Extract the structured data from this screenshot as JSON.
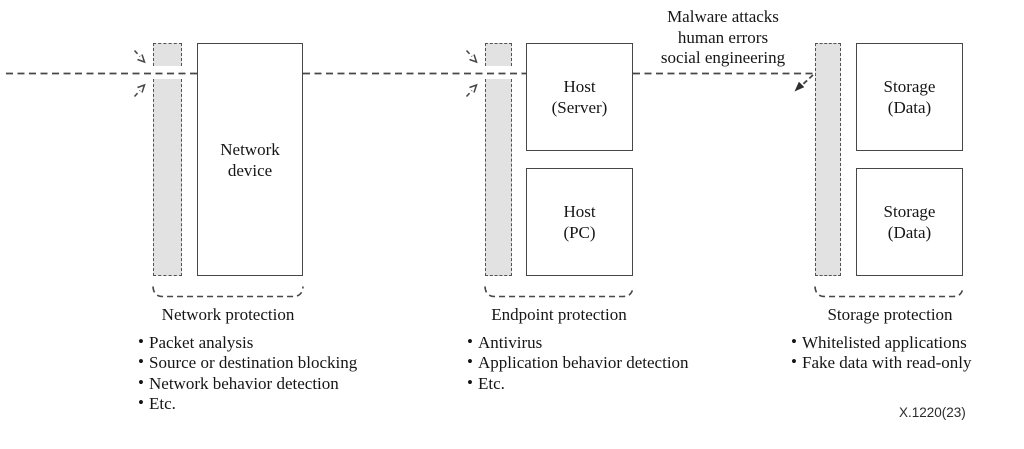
{
  "figure": {
    "attack_annotation": [
      "Malware attacks",
      "human errors",
      "social engineering"
    ],
    "nodes": {
      "network_device": [
        "Network",
        "device"
      ],
      "host_server": [
        "Host",
        "(Server)"
      ],
      "host_pc": [
        "Host",
        "(PC)"
      ],
      "storage_1": [
        "Storage",
        "(Data)"
      ],
      "storage_2": [
        "Storage",
        "(Data)"
      ]
    },
    "sections": [
      {
        "label": "Network protection",
        "bullets": [
          "Packet analysis",
          "Source or destination blocking",
          "Network behavior detection",
          "Etc."
        ]
      },
      {
        "label": "Endpoint protection",
        "bullets": [
          "Antivirus",
          "Application behavior detection",
          "Etc."
        ]
      },
      {
        "label": "Storage protection",
        "bullets": [
          "Whitelisted applications",
          "Fake data with read-only"
        ]
      }
    ],
    "figure_id": "X.1220(23)",
    "colors": {
      "stroke": "#474747",
      "barrier_fill": "#e2e2e2",
      "text": "#161616"
    }
  }
}
